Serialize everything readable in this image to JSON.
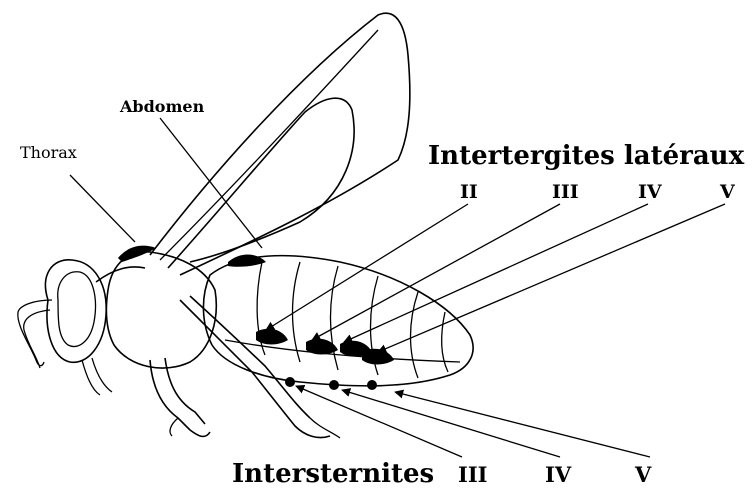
{
  "labels": {
    "thorax": "Thorax",
    "abdomen": "Abdomen",
    "intertergites_heading": "Intertergites latéraux",
    "intertergites_numerals": [
      "II",
      "III",
      "IV",
      "V"
    ],
    "intersternites_heading": "Intersternites",
    "intersternites_numerals": [
      "III",
      "IV",
      "V"
    ]
  },
  "colors": {
    "ink": "#000000",
    "background": "#ffffff"
  }
}
